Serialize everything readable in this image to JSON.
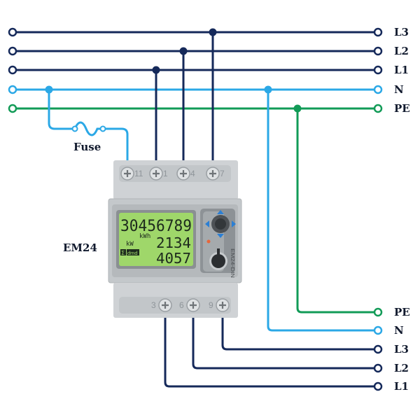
{
  "colors": {
    "line_dark": "#15295a",
    "neutral": "#2ba8e6",
    "earth": "#129b57",
    "device_body": "#cfd2d5",
    "device_face": "#b5b9bc",
    "lcd_bg": "#9fd76a"
  },
  "left_buses": [
    {
      "id": "L3"
    },
    {
      "id": "L2"
    },
    {
      "id": "L1"
    },
    {
      "id": "N"
    },
    {
      "id": "PE"
    }
  ],
  "right_top_labels": [
    "L3",
    "L2",
    "L1",
    "N",
    "PE"
  ],
  "right_bottom_labels": [
    "PE",
    "N",
    "L3",
    "L2",
    "L1"
  ],
  "fuse_label": "Fuse",
  "device": {
    "name": "EM24",
    "top_terminals": [
      "11",
      "1",
      "4",
      "7"
    ],
    "bottom_terminals": [
      "3",
      "6",
      "9"
    ],
    "lcd": {
      "energy": "30456789",
      "energy_unit": "kWh",
      "power_unit": "kW",
      "power": "2134",
      "sigma": "Σ",
      "dmd": "dmd",
      "demand": "4057"
    },
    "side_text": "EM24-DIN"
  }
}
